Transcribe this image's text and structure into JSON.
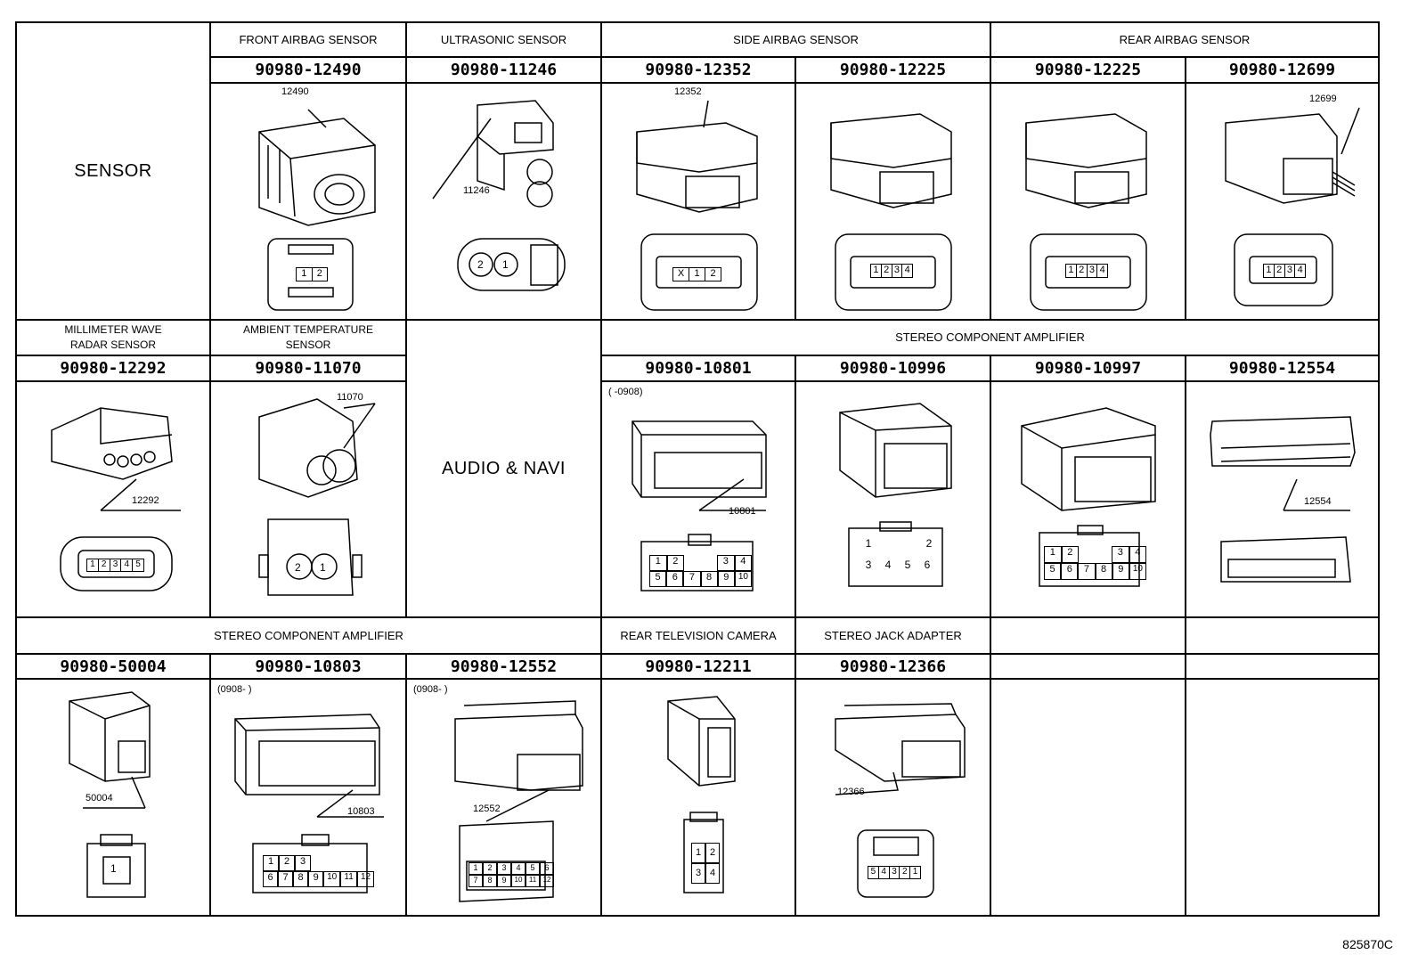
{
  "reference": "825870C",
  "row1": {
    "row_label": "SENSOR",
    "groups": [
      {
        "title": "FRONT AIRBAG SENSOR"
      },
      {
        "title": "ULTRASONIC SENSOR"
      },
      {
        "title": "SIDE AIRBAG SENSOR"
      },
      {
        "title": "REAR AIRBAG SENSOR"
      }
    ],
    "parts": [
      {
        "part_no": "90980-12490",
        "tag": "12490",
        "pins": [
          "1",
          "2"
        ]
      },
      {
        "part_no": "90980-11246",
        "tag": "11246",
        "pins": [
          "2",
          "1"
        ]
      },
      {
        "part_no": "90980-12352",
        "tag": "12352",
        "pins": [
          "X",
          "1",
          "2"
        ]
      },
      {
        "part_no": "90980-12225",
        "tag": "",
        "pins": [
          "1",
          "2",
          "3",
          "4"
        ]
      },
      {
        "part_no": "90980-12225",
        "tag": "",
        "pins": [
          "1",
          "2",
          "3",
          "4"
        ]
      },
      {
        "part_no": "90980-12699",
        "tag": "12699",
        "pins": [
          "1",
          "2",
          "3",
          "4"
        ]
      }
    ]
  },
  "row2": {
    "audio_label": "AUDIO & NAVI",
    "groups": [
      {
        "title": "MILLIMETER WAVE\nRADAR SENSOR"
      },
      {
        "title": "AMBIENT TEMPERATURE\nSENSOR"
      },
      {
        "title": "STEREO COMPONENT AMPLIFIER"
      }
    ],
    "parts": [
      {
        "part_no": "90980-12292",
        "tag": "12292",
        "pins": [
          "1",
          "2",
          "3",
          "4",
          "5"
        ]
      },
      {
        "part_no": "90980-11070",
        "tag": "11070",
        "pins": [
          "2",
          "1"
        ]
      },
      {
        "part_no": "90980-10801",
        "tag": "10801",
        "note": "(      -0908)",
        "pins_top": [
          "1",
          "2",
          "",
          "3",
          "4"
        ],
        "pins_bottom": [
          "5",
          "6",
          "7",
          "8",
          "9",
          "10"
        ]
      },
      {
        "part_no": "90980-10996",
        "tag": "",
        "pins_top": [
          "1",
          "",
          "2"
        ],
        "pins_bottom": [
          "3",
          "4",
          "5",
          "6"
        ]
      },
      {
        "part_no": "90980-10997",
        "tag": "",
        "pins_top": [
          "1",
          "2",
          "",
          "3",
          "4"
        ],
        "pins_bottom": [
          "5",
          "6",
          "7",
          "8",
          "9",
          "10"
        ]
      },
      {
        "part_no": "90980-12554",
        "tag": "12554"
      }
    ]
  },
  "row3": {
    "groups": [
      {
        "title": "STEREO COMPONENT AMPLIFIER"
      },
      {
        "title": "REAR TELEVISION CAMERA"
      },
      {
        "title": "STEREO JACK ADAPTER"
      }
    ],
    "parts": [
      {
        "part_no": "90980-50004",
        "tag": "50004",
        "pins": [
          "1"
        ]
      },
      {
        "part_no": "90980-10803",
        "tag": "10803",
        "note": "(0908-      )",
        "pins_top": [
          "1",
          "2",
          "3"
        ],
        "pins_bottom": [
          "6",
          "7",
          "8",
          "9",
          "10",
          "11",
          "12"
        ]
      },
      {
        "part_no": "90980-12552",
        "tag": "12552",
        "note": "(0908-      )",
        "pins_top": [
          "1",
          "2",
          "3",
          "4",
          "5",
          "6"
        ],
        "pins_bottom": [
          "7",
          "8",
          "9",
          "10",
          "11",
          "12"
        ]
      },
      {
        "part_no": "90980-12211",
        "tag": "",
        "pins": [
          "1",
          "2",
          "3",
          "4"
        ]
      },
      {
        "part_no": "90980-12366",
        "tag": "12366",
        "pins": [
          "5",
          "4",
          "3",
          "2",
          "1"
        ]
      }
    ]
  }
}
